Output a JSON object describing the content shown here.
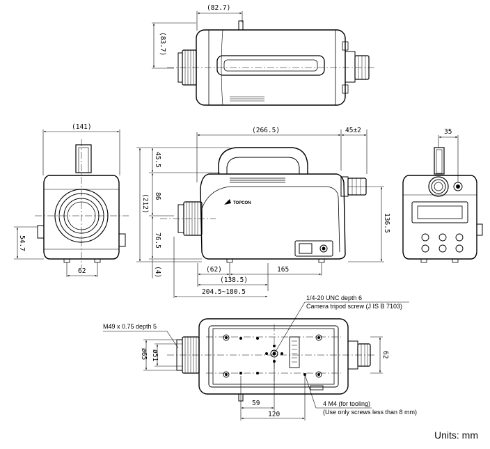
{
  "top_view": {
    "width_dim": "(82.7)",
    "height_dim": "(83.7)"
  },
  "front_view": {
    "width_dim": "(141)",
    "side_dim": "54.7",
    "bottom_dim": "62"
  },
  "side_view": {
    "length_dim": "(266.5)",
    "offset_dim": "45±2",
    "h_top": "45.5",
    "h_mid": "86",
    "h_bottom": "76.5",
    "h_total": "(212)",
    "h_small": "(4)",
    "right_height": "136.5",
    "foot_left": "(62)",
    "foot_span": "165",
    "mount_dim": "(138.5)",
    "range_dim": "204.5~180.5",
    "brand": "TOPCON"
  },
  "back_view": {
    "width_dim": "35"
  },
  "bottom_view": {
    "tripod_note_1": "1/4-20 UNC depth 6",
    "tripod_note_2": "Camera tripod screw (J   IS B 7103)",
    "thread_note": "M49 x 0.75 depth 5",
    "dia_outer": "ø65",
    "dia_inner": "ø51",
    "right_dim": "62",
    "dim_59": "59",
    "dim_120": "120",
    "m4_note_1": "4 M4 (for tooling)",
    "m4_note_2": "(Use only screws less than 8 mm)"
  },
  "units": "Units: mm"
}
